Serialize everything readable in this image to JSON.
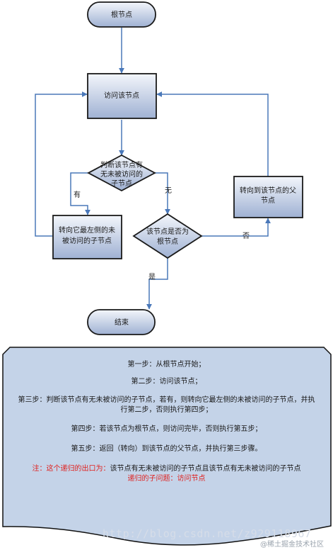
{
  "colors": {
    "box_top": "#f3f6fb",
    "box_bottom": "#9fb1d3",
    "box_stroke": "#1a1a1a",
    "arrow": "#4a78b9",
    "note_bg": "#c4d3e8",
    "note_stroke": "#111111",
    "warning": "#e0201e"
  },
  "nodes": {
    "start": "根节点",
    "visit": "访问该节点",
    "check_children": [
      "判断该节点有",
      "无未被访问的",
      "子节点"
    ],
    "goto_left_child": [
      "转向它最左侧的未",
      "被访问的子节点"
    ],
    "check_root": [
      "该节点是否为",
      "根节点"
    ],
    "goto_parent": [
      "转向到该节点的父",
      "节点"
    ],
    "end": "结束"
  },
  "edge_labels": {
    "has": "有",
    "none": "无",
    "no": "否",
    "yes": "是"
  },
  "notes": {
    "step1": "第一步：从根节点开始；",
    "step2": "第二步：访问该节点；",
    "step3_line1": "第三步：判断该节点有无未被访问的子节点，若有，则转向它最左侧的未被访问的子节点，并执",
    "step3_line2": "行第二步，否则执行第四步；",
    "step4": "第四步：若该节点为根节点，则访问完毕，否则执行第五步；",
    "step5": "第五步：返回（转向）到该节点的父节点，并执行第三步骤。",
    "exit_prefix": "注：这个递归的出口为：",
    "exit_text": "该节点有无未被访问的子节点且该节点有无未被访问的子节点",
    "subproblem": "递归的子问题：访问节点"
  },
  "watermark": {
    "url": "http://blog.csdn.net/z929118967",
    "badge": "@稀土掘金技术社区"
  }
}
